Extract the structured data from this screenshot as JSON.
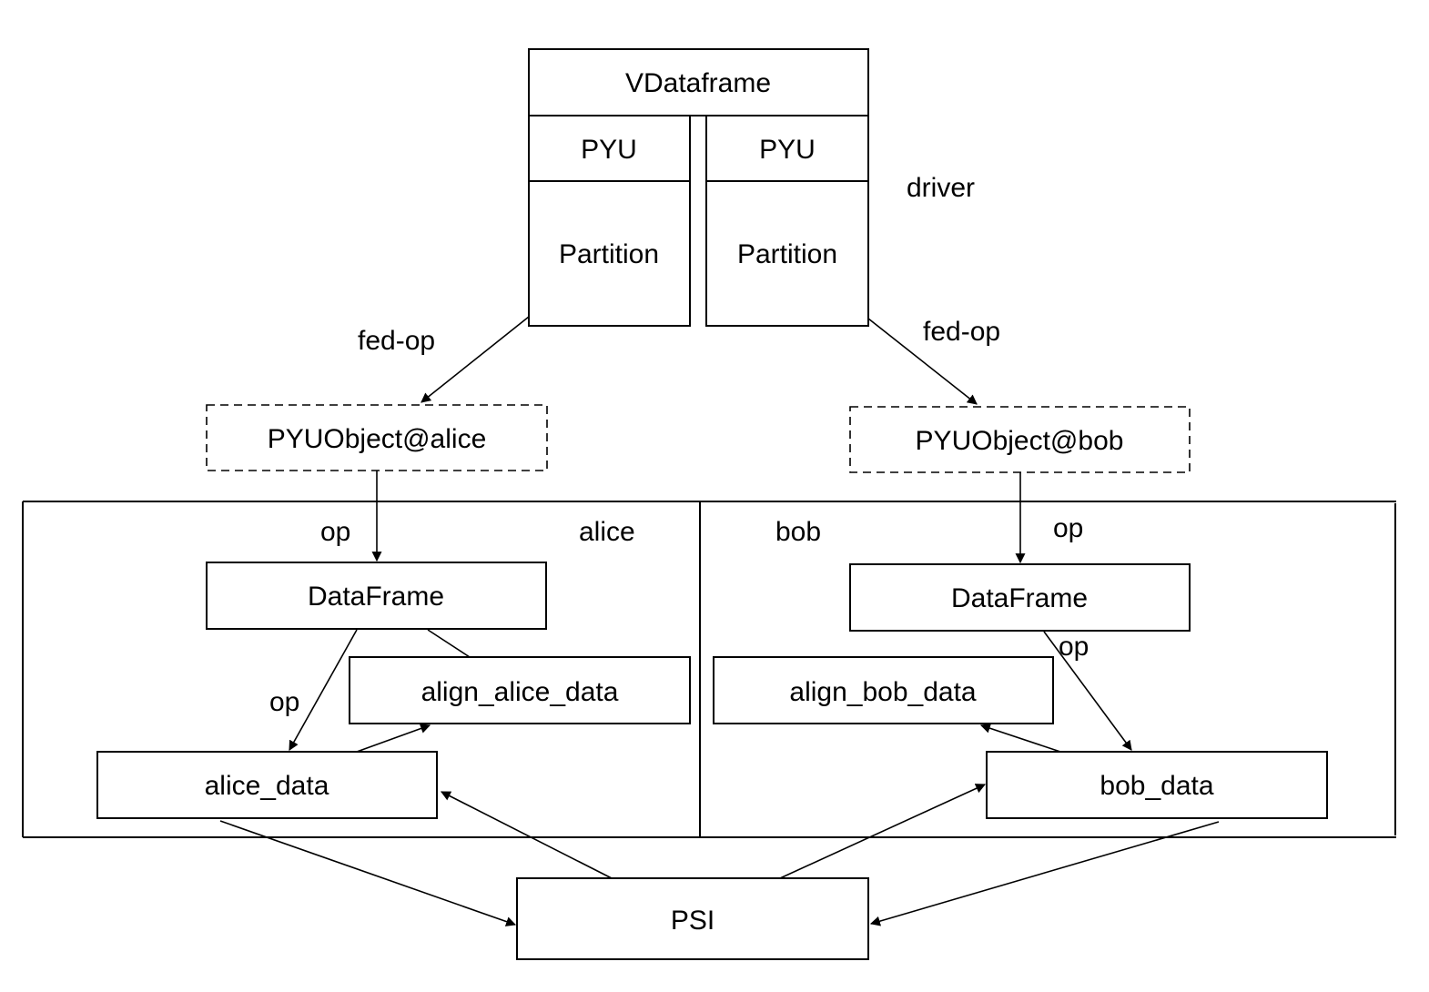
{
  "diagram": {
    "driver": {
      "label": "driver",
      "vdataframe": "VDataframe",
      "partitions": [
        {
          "pyu": "PYU",
          "partition": "Partition"
        },
        {
          "pyu": "PYU",
          "partition": "Partition"
        }
      ]
    },
    "edge_labels": {
      "fed_op_left": "fed-op",
      "fed_op_right": "fed-op",
      "op_alice_in": "op",
      "op_bob_in": "op",
      "op_alice_df": "op",
      "op_bob_df": "op"
    },
    "objects": {
      "alice": "PYUObject@alice",
      "bob": "PYUObject@bob"
    },
    "parties": {
      "alice": {
        "label": "alice",
        "dataframe": "DataFrame",
        "align": "align_alice_data",
        "data": "alice_data"
      },
      "bob": {
        "label": "bob",
        "dataframe": "DataFrame",
        "align": "align_bob_data",
        "data": "bob_data"
      }
    },
    "psi": "PSI"
  }
}
